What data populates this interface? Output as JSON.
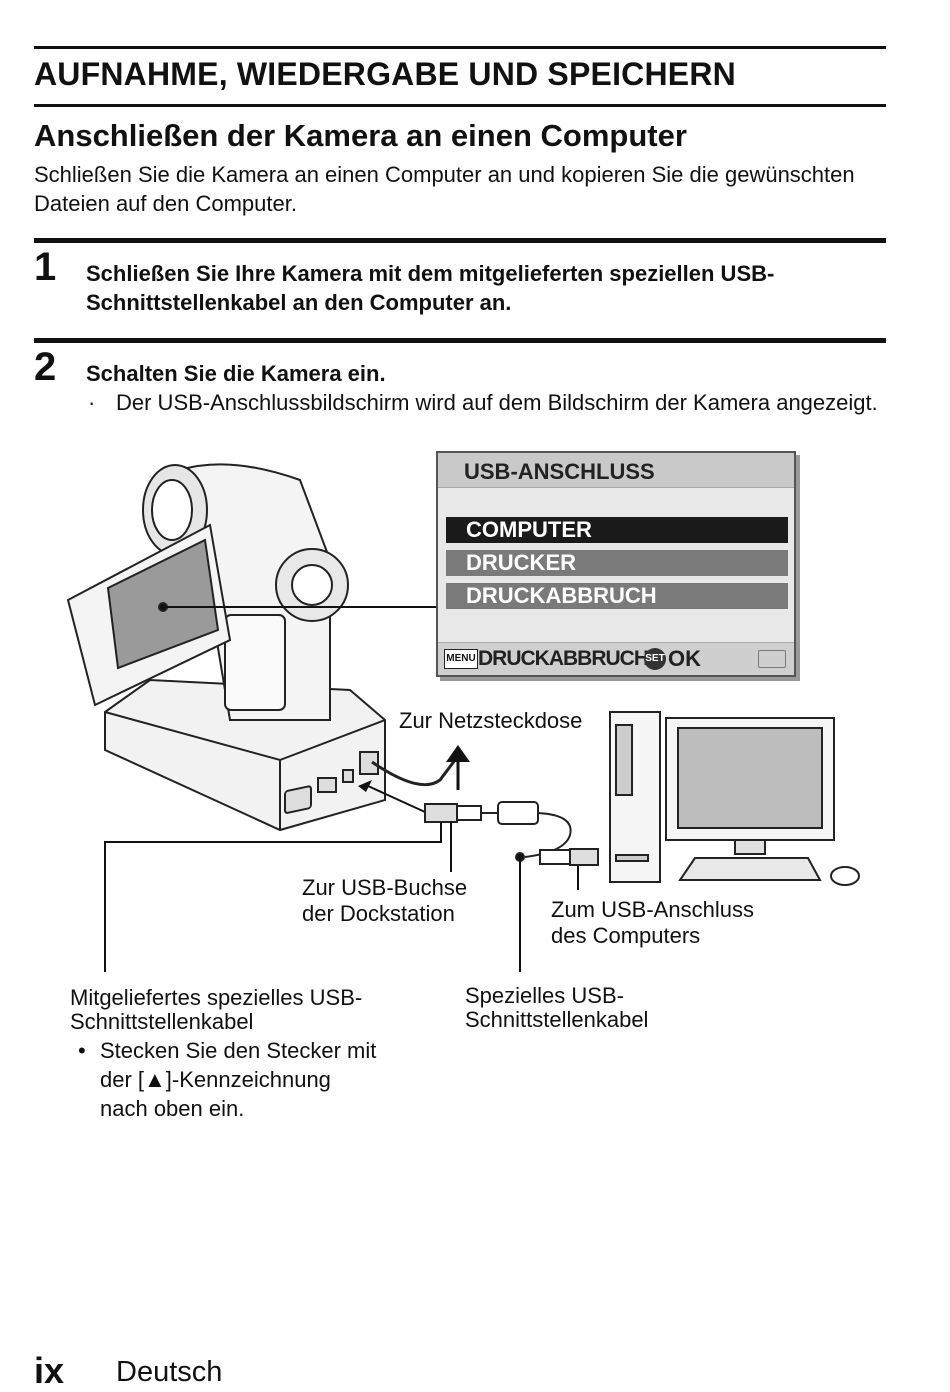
{
  "header": {
    "section_title": "AUFNAHME, WIEDERGABE UND SPEICHERN"
  },
  "page": {
    "title": "Anschließen der Kamera an einen Computer",
    "intro": "Schließen Sie die Kamera an einen Computer an und kopieren Sie die gewünschten Dateien auf den Computer."
  },
  "steps": [
    {
      "number": "1",
      "text": "Schließen Sie Ihre Kamera mit dem mitgelieferten speziellen USB-Schnittstellenkabel an den Computer an."
    },
    {
      "number": "2",
      "text": "Schalten Sie die Kamera ein.",
      "bullet_mark": "·",
      "bullet": "Der USB-Anschlussbildschirm wird auf dem Bildschirm der Kamera angezeigt."
    }
  ],
  "lcd": {
    "title": "USB-ANSCHLUSS",
    "items": [
      "COMPUTER",
      "DRUCKER",
      "DRUCKABBRUCH"
    ],
    "selected_index": 0,
    "footer": {
      "menu_icon": "MENU",
      "cancel_label": "DRUCKABBRUCH",
      "set_icon": "SET",
      "ok_label": "OK"
    },
    "colors": {
      "selected": "#1a1a1a",
      "unselected": "#7a7a7a"
    }
  },
  "diagram": {
    "label_power": "Zur Netzsteckdose",
    "label_dock_socket_1": "Zur USB-Buchse",
    "label_dock_socket_2": "der Dockstation",
    "label_pc_usb_1": "Zum USB-Anschluss",
    "label_pc_usb_2": "des Computers",
    "label_supplied_cable_1": "Mitgeliefertes spezielles USB-",
    "label_supplied_cable_2": "Schnittstellenkabel",
    "supplied_cable_bullet_mark": "•",
    "supplied_cable_note_1": "Stecken Sie den Stecker mit",
    "supplied_cable_note_2": "der [▲]-Kennzeichnung",
    "supplied_cable_note_3": "nach oben ein.",
    "label_special_cable_1": "Spezielles USB-",
    "label_special_cable_2": "Schnittstellenkabel"
  },
  "footer": {
    "page_number": "ix",
    "language": "Deutsch"
  }
}
